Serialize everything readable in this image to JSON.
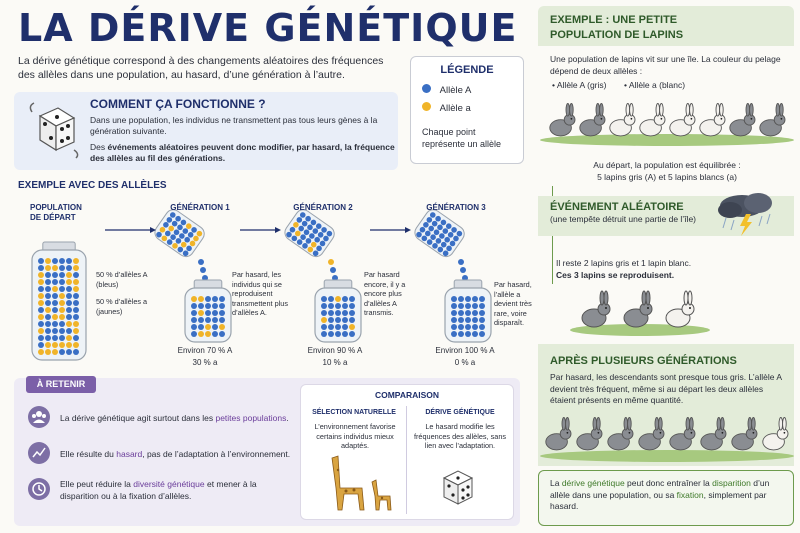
{
  "title": "LA DÉRIVE GÉNÉTIQUE",
  "intro": "La dérive génétique correspond à des changements aléatoires des fréquences des allèles dans une population, au hasard, d’une génération à l’autre.",
  "how": {
    "title": "COMMENT ÇA FONCTIONNE ?",
    "p1": "Dans une population, les individus ne transmettent pas tous leurs gènes à la génération suivante.",
    "p2_pre": "Des ",
    "p2_bold": "événements aléatoires peuvent donc modifier, par hasard, la fréquence des allèles au fil des générations.",
    "icon": "dice-icon"
  },
  "legend": {
    "title": "LÉGENDE",
    "allele_A": "Allèle A",
    "allele_a": "Allèle a",
    "note": "Chaque point représente un allèle",
    "color_A": "#3a6fc4",
    "color_a": "#f0b429"
  },
  "example": {
    "title": "EXEMPLE AVEC DES ALLÈLES",
    "start_label": "POPULATION DE DÉPART",
    "start_A": "50 % d’allèles A (bleus)",
    "start_a": "50 % d’allèles a (jaunes)",
    "generations": [
      {
        "label": "GÉNÉRATION 1",
        "note": "Par hasard, les individus qui se reproduisent transmettent plus d’allèles A.",
        "cap1": "Environ 70 % A",
        "cap2": "30 % a",
        "frac_A": 0.7
      },
      {
        "label": "GÉNÉRATION 2",
        "note": "Par hasard encore, il y a encore plus d’allèles A transmis.",
        "cap1": "Environ 90 % A",
        "cap2": "10 % a",
        "frac_A": 0.9
      },
      {
        "label": "GÉNÉRATION 3",
        "note": "Par hasard, l’allèle a devient très rare, voire disparaît.",
        "cap1": "Environ 100 % A",
        "cap2": "0 % a",
        "frac_A": 1.0
      }
    ]
  },
  "retenir": {
    "tag": "À RETENIR",
    "i1_pre": "La dérive génétique agit surtout dans les ",
    "i1_hl": "petites populations",
    "i1_post": ".",
    "i2_pre": "Elle résulte du ",
    "i2_hl": "hasard",
    "i2_post": ", pas de l’adaptation à l’environnement.",
    "i3_pre": "Elle peut réduire la ",
    "i3_hl": "diversité génétique",
    "i3_post": " et mener à la disparition ou à la fixation d’allèles."
  },
  "comparison": {
    "title": "COMPARAISON",
    "left_title": "SÉLECTION NATURELLE",
    "left_text": "L’environnement favorise certains individus mieux adaptés.",
    "right_title": "DÉRIVE GÉNÉTIQUE",
    "right_text": "Le hasard modifie les fréquences des allèles, sans lien avec l’adaptation."
  },
  "right": {
    "title1": "EXEMPLE : UNE PETITE POPULATION DE LAPINS",
    "intro": "Une population de lapins vit sur une île. La couleur du pelage dépend de deux allèles :",
    "bullet_A": "• Allèle A (gris)",
    "bullet_a": "• Allèle a (blanc)",
    "start1": "Au départ, la population est équilibrée :",
    "start2": "5 lapins gris (A) et 5 lapins blancs (a)",
    "event_title": "ÉVÉNEMENT ALÉATOIRE",
    "event_text": "(une tempête détruit une partie de l’île)",
    "after1": "Il reste 2 lapins gris et 1 lapin blanc.",
    "after2": "Ces 3 lapins se reproduisent.",
    "gens_title": "APRÈS PLUSIEURS GÉNÉRATIONS",
    "gens_text": "Par hasard, les descendants sont presque tous gris. L’allèle A devient très fréquent, même si au départ les deux allèles étaient présents en même quantité.",
    "concl_pre": "La ",
    "concl_hl1": "dérive génétique",
    "concl_mid": " peut donc entraîner la ",
    "concl_hl2": "disparition",
    "concl_mid2": " d’un allèle dans une population, ou sa ",
    "concl_hl3": "fixation",
    "concl_post": ", simplement par hasard.",
    "gray": "#8a8d92",
    "white": "#f4f2ee"
  }
}
